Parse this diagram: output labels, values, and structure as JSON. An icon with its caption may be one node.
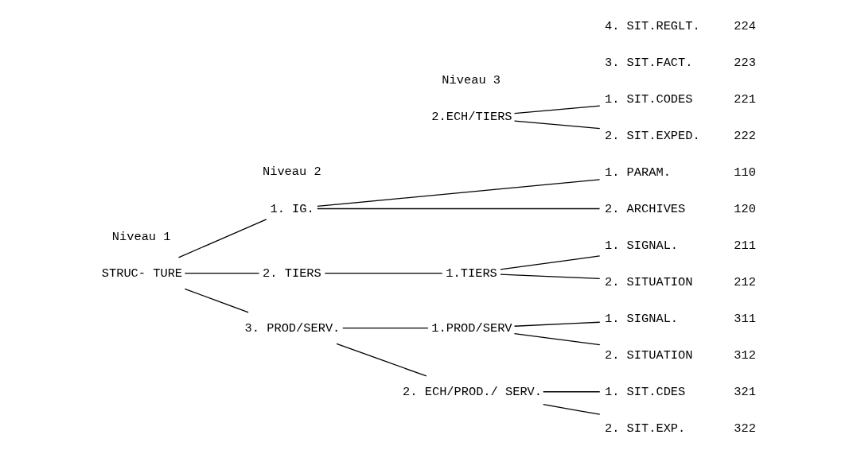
{
  "diagram": {
    "nodes": [
      {
        "text": [
          "STRUC- TURE"
        ]
      },
      {
        "text": [
          "1. IG."
        ]
      },
      {
        "text": [
          "2. TIERS"
        ]
      },
      {
        "text": [
          "3. PROD/SERV."
        ]
      },
      {
        "text": [
          "1.TIERS"
        ]
      },
      {
        "text": [
          "2.ECH/TIERS"
        ]
      },
      {
        "text": [
          "1.PROD/SERV"
        ]
      },
      {
        "text": [
          "2. ECH/PROD./ SERV."
        ]
      },
      {
        "text": [
          "1. PARAM."
        ],
        "beside": [
          "110"
        ]
      },
      {
        "text": [
          "2. ARCHIVES"
        ],
        "beside": [
          "120"
        ]
      },
      {
        "text": [
          "1. SIGNAL."
        ],
        "beside": [
          "211"
        ]
      },
      {
        "text": [
          "2. SITUATION"
        ],
        "beside": [
          "212"
        ]
      },
      {
        "text": [
          "1. SIT.CODES"
        ],
        "beside": [
          "221"
        ]
      },
      {
        "text": [
          "2. SIT.EXPED."
        ],
        "beside": [
          "222"
        ]
      },
      {
        "text": [
          "3. SIT.FACT."
        ],
        "beside": [
          "223"
        ]
      },
      {
        "text": [
          "4. SIT.REGLT."
        ],
        "beside": [
          "224"
        ]
      },
      {
        "text": [
          "1. SIGNAL."
        ],
        "beside": [
          "311"
        ]
      },
      {
        "text": [
          "2. SITUATION"
        ],
        "beside": [
          "312"
        ]
      },
      {
        "text": [
          "1. SIT.CDES"
        ],
        "beside": [
          "321"
        ]
      },
      {
        "text": [
          "2. SIT.EXP."
        ],
        "beside": [
          "322"
        ]
      }
    ],
    "edges": [
      {
        "from": 0,
        "to": 1,
        "arrow": "none"
      },
      {
        "from": 0,
        "to": 2,
        "arrow": "none"
      },
      {
        "from": 0,
        "to": 3,
        "arrow": "none"
      },
      {
        "from": 1,
        "to": 8,
        "arrow": "none"
      },
      {
        "from": 1,
        "to": 9,
        "arrow": "none"
      },
      {
        "from": 2,
        "to": 4,
        "arrow": "none"
      },
      {
        "from": 4,
        "to": 10,
        "arrow": "none"
      },
      {
        "from": 4,
        "to": 11,
        "arrow": "none"
      },
      {
        "from": 5,
        "to": 12,
        "arrow": "none"
      },
      {
        "from": 5,
        "to": 13,
        "arrow": "none"
      },
      {
        "from": 3,
        "to": 6,
        "arrow": "none"
      },
      {
        "from": 3,
        "to": 7,
        "arrow": "none"
      },
      {
        "from": 6,
        "to": 16,
        "arrow": "none"
      },
      {
        "from": 6,
        "to": 17,
        "arrow": "none"
      },
      {
        "from": 7,
        "to": 18,
        "arrow": "none"
      },
      {
        "from": 7,
        "to": 19,
        "arrow": "none"
      }
    ],
    "labels": [
      "Niveau 1",
      "Niveau 2",
      "Niveau 3"
    ]
  }
}
